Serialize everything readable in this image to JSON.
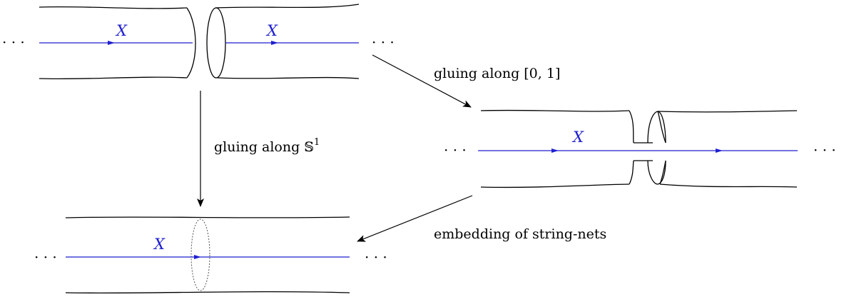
{
  "colors": {
    "string": "#1f1fcf",
    "ink": "#000000",
    "dotted": "#555555"
  },
  "panels": {
    "top_left": {
      "left_dots": "· · ·",
      "right_dots": "· · ·",
      "string_label_1": "X",
      "string_label_2": "X"
    },
    "right": {
      "left_dots": "· · ·",
      "right_dots": "· · ·",
      "string_label": "X"
    },
    "bottom": {
      "left_dots": "· · ·",
      "right_dots": "· · ·",
      "string_label": "X"
    }
  },
  "arrows": {
    "down": {
      "label_text": "gluing along ",
      "label_math": "𝕊",
      "label_sup": "1"
    },
    "diag_right": {
      "label": "gluing along [0, 1]"
    },
    "diag_left": {
      "label": "embedding of string-nets"
    }
  }
}
